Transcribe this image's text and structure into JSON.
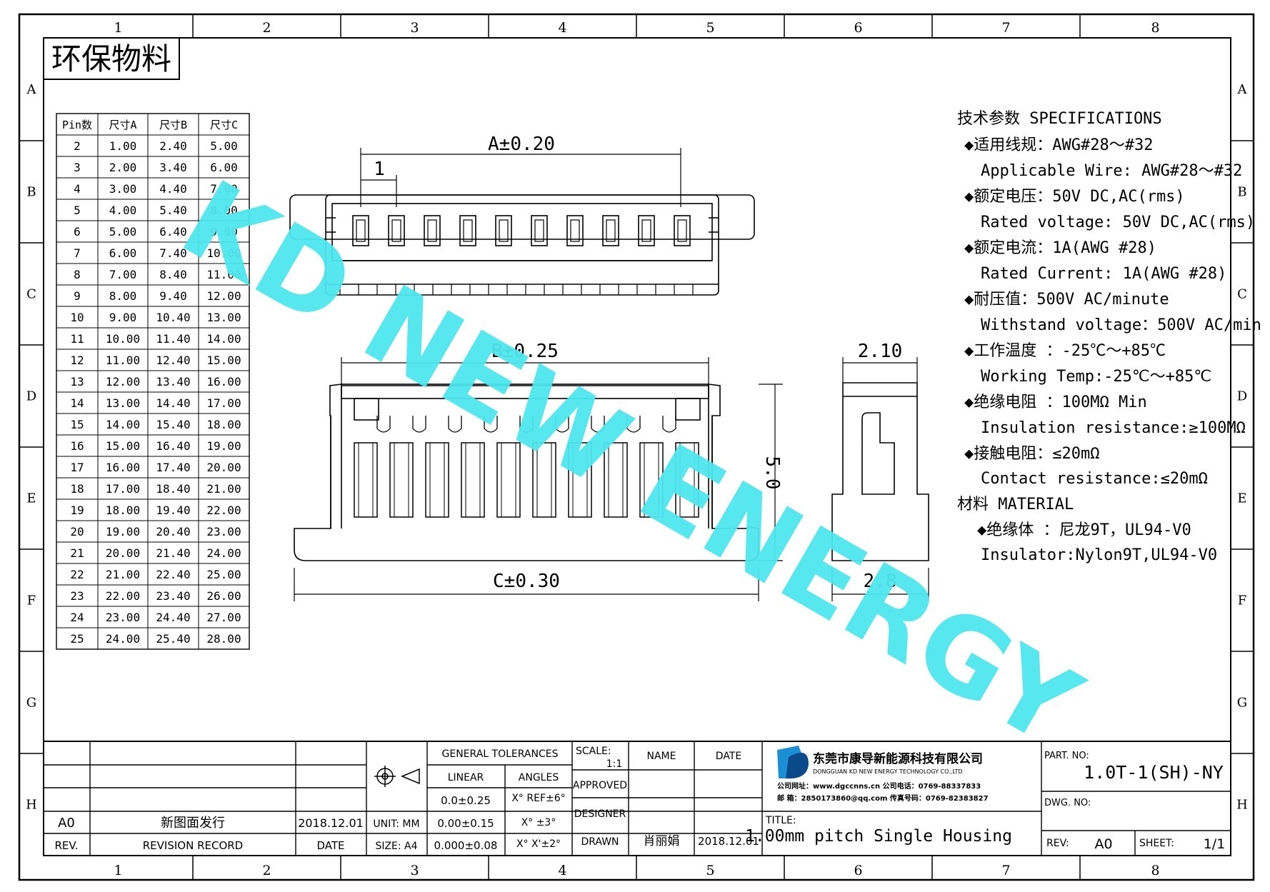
{
  "zone_columns": [
    "1",
    "2",
    "3",
    "4",
    "5",
    "6",
    "7",
    "8"
  ],
  "zone_rows": [
    "A",
    "B",
    "C",
    "D",
    "E",
    "F",
    "G",
    "H"
  ],
  "badge": "环保物料",
  "watermark": "KD NEW ENERGY",
  "pin_table": {
    "headers": [
      "Pin数",
      "尺寸A",
      "尺寸B",
      "尺寸C"
    ],
    "rows": [
      [
        "2",
        "1.00",
        "2.40",
        "5.00"
      ],
      [
        "3",
        "2.00",
        "3.40",
        "6.00"
      ],
      [
        "4",
        "3.00",
        "4.40",
        "7.00"
      ],
      [
        "5",
        "4.00",
        "5.40",
        "8.00"
      ],
      [
        "6",
        "5.00",
        "6.40",
        "9.00"
      ],
      [
        "7",
        "6.00",
        "7.40",
        "10.00"
      ],
      [
        "8",
        "7.00",
        "8.40",
        "11.00"
      ],
      [
        "9",
        "8.00",
        "9.40",
        "12.00"
      ],
      [
        "10",
        "9.00",
        "10.40",
        "13.00"
      ],
      [
        "11",
        "10.00",
        "11.40",
        "14.00"
      ],
      [
        "12",
        "11.00",
        "12.40",
        "15.00"
      ],
      [
        "13",
        "12.00",
        "13.40",
        "16.00"
      ],
      [
        "14",
        "13.00",
        "14.40",
        "17.00"
      ],
      [
        "15",
        "14.00",
        "15.40",
        "18.00"
      ],
      [
        "16",
        "15.00",
        "16.40",
        "19.00"
      ],
      [
        "17",
        "16.00",
        "17.40",
        "20.00"
      ],
      [
        "18",
        "17.00",
        "18.40",
        "21.00"
      ],
      [
        "19",
        "18.00",
        "19.40",
        "22.00"
      ],
      [
        "20",
        "19.00",
        "20.40",
        "23.00"
      ],
      [
        "21",
        "20.00",
        "21.40",
        "24.00"
      ],
      [
        "22",
        "21.00",
        "22.40",
        "25.00"
      ],
      [
        "23",
        "22.00",
        "23.40",
        "26.00"
      ],
      [
        "24",
        "23.00",
        "24.40",
        "27.00"
      ],
      [
        "25",
        "24.00",
        "25.40",
        "28.00"
      ]
    ]
  },
  "dimensions": {
    "a": "A±0.20",
    "pitch": "1",
    "b": "B±0.25",
    "c": "C±0.30",
    "height": "5.0",
    "depth_top": "2.10",
    "depth_bottom": "2.8"
  },
  "specifications": [
    "技术参数  SPECIFICATIONS",
    "◆适用线规：AWG#28～#32",
    "Applicable Wire: AWG#28～#32",
    "◆额定电压：50V DC,AC(rms)",
    "Rated voltage: 50V DC,AC(rms)",
    "◆额定电流：1A(AWG #28)",
    "Rated Current: 1A(AWG #28)",
    "◆耐压值：500V AC/minute",
    "Withstand voltage：500V AC/min",
    "◆工作温度 ：-25℃～+85℃",
    "Working Temp:-25℃～+85℃",
    "◆绝缘电阻 ：100MΩ Min",
    "Insulation resistance:≥100MΩ",
    "◆接触电阻：≤20mΩ",
    "Contact resistance:≤20mΩ",
    "材料  MATERIAL",
    "◆绝缘体 ：尼龙9T，UL94-V0",
    "Insulator:Nylon9T,UL94-V0"
  ],
  "title_block": {
    "rev_value": "A0",
    "revision_text": "新图面发行",
    "revision_date": "2018.12.01",
    "rev_label": "REV.",
    "revision_record_label": "REVISION RECORD",
    "date_label": "DATE",
    "unit_label": "UNIT: MM",
    "size_label": "SIZE: A4",
    "general_tolerances": "GENERAL TOLERANCES",
    "linear_label": "LINEAR",
    "angles_label": "ANGLES",
    "tol_1": "0.0±0.25",
    "tol_2": "0.00±0.15",
    "tol_3": "0.000±0.08",
    "ang_1": "X° REF±6°",
    "ang_2": "X° ±3°",
    "ang_3": "X° X'±2°",
    "scale_label": "SCALE:",
    "scale_value": "1:1",
    "name_label": "NAME",
    "date_col_label": "DATE",
    "approved_label": "APPROVED",
    "designer_label": "DESIGNER",
    "drawn_label": "DRAWN",
    "drawn_name": "肖丽娟",
    "drawn_date": "2018.12.01",
    "company_cn": "东莞市康导新能源科技有限公司",
    "company_en": "DONGGUAN KD NEW ENERGY TECHNOLOGY CO.,LTD",
    "contact_1": "公司网址：www.dgccnns.cn    公司电话：0769-88337833",
    "contact_2": "邮    箱：2850173860@qq.com  传真号码：0769-82383827",
    "title_label": "TITLE:",
    "title_value": "1.00mm pitch Single Housing",
    "part_no_label": "PART. NO:",
    "part_no_value": "1.0T-1(SH)-NY",
    "dwg_no_label": "DWG. NO:",
    "rev_label2": "REV:",
    "rev_value2": "A0",
    "sheet_label": "SHEET:",
    "sheet_value": "1/1"
  },
  "colors": {
    "watermark": "#4ee6ef",
    "logo_blue": "#1a8fd6",
    "logo_dark": "#0a4a8a"
  }
}
